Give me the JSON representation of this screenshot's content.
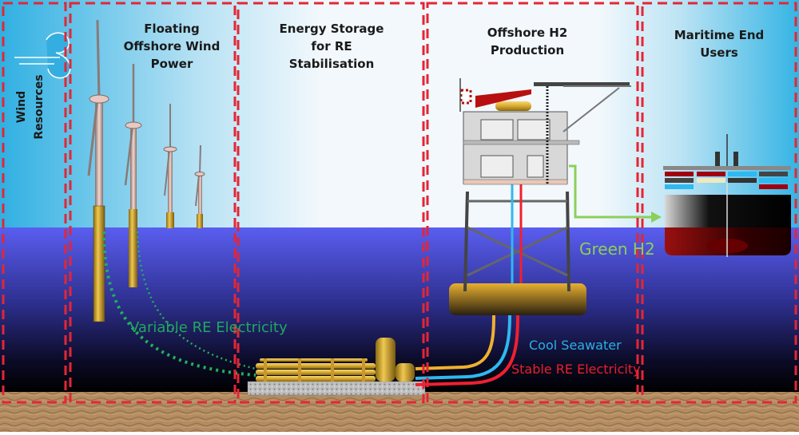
{
  "sections": [
    {
      "id": "wind-resources",
      "title": "Wind Resources"
    },
    {
      "id": "floating-wind",
      "title_lines": [
        "Floating",
        "Offshore Wind",
        "Power"
      ]
    },
    {
      "id": "energy-storage",
      "title_lines": [
        "Energy Storage",
        "for RE",
        "Stabilisation"
      ]
    },
    {
      "id": "h2-production",
      "title_lines": [
        "Offshore H2",
        "Production"
      ]
    },
    {
      "id": "maritime-users",
      "title_lines": [
        "Maritime End",
        "Users"
      ]
    }
  ],
  "flows": {
    "variable_re": {
      "label": "Variable RE Electricity",
      "color": "#1fa860"
    },
    "cool_seawater": {
      "label": "Cool Seawater",
      "color": "#2ab0e6"
    },
    "stable_re": {
      "label": "Stable RE Electricity",
      "color": "#e8202a"
    },
    "green_h2": {
      "label": "Green H2",
      "color": "#8ccf5a"
    }
  },
  "colors": {
    "section_border": "#e32636",
    "sky_light": "#f2f8fc",
    "sky_blue": "#34b4e4",
    "sea_top": "#5a5ef0",
    "sea_deep": "#1a1a5a",
    "seabed": "#b08a60",
    "gold": "#d8a830"
  }
}
